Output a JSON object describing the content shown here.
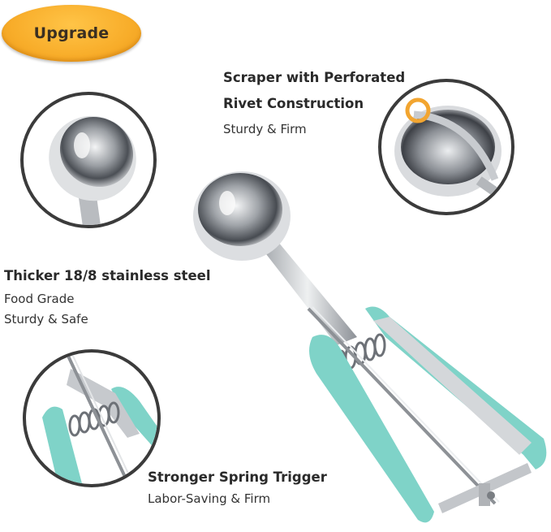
{
  "badge": {
    "label": "Upgrade",
    "color": "#f8ad2a"
  },
  "features": [
    {
      "title_lines": [
        "Scraper with Perforated",
        "Rivet Construction"
      ],
      "subtitle_lines": [
        "Sturdy & Firm"
      ]
    },
    {
      "title_lines": [
        "Thicker 18/8 stainless steel"
      ],
      "subtitle_lines": [
        "Food Grade",
        "Sturdy & Safe"
      ]
    },
    {
      "title_lines": [
        "Stronger Spring Trigger"
      ],
      "subtitle_lines": [
        "Labor-Saving & Firm"
      ]
    }
  ],
  "images": {
    "top_left_circle": "scoop-bowl-closeup",
    "top_right_circle": "scraper-rivet-closeup",
    "bottom_left_circle": "spring-trigger-closeup",
    "main": "cookie-scoop-product"
  },
  "colors": {
    "handle": "#7fd3c8",
    "steel": "#c9ccd0",
    "circle_border": "#3b3b3b",
    "highlight_ring": "#f2a530"
  }
}
